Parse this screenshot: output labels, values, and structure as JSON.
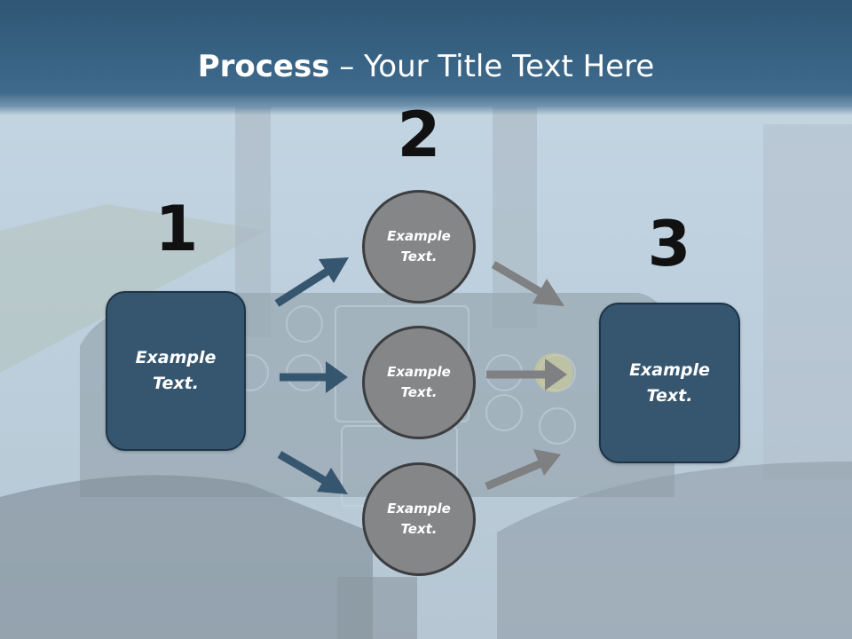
{
  "slide": {
    "title_bold": "Process",
    "title_rest": " – Your Title Text Here"
  },
  "colors": {
    "title_bar": "#3e6a8c",
    "box_fill": "#36566f",
    "circle_fill": "#848688",
    "arrow_blue": "#36566f",
    "arrow_gray": "#7e8082"
  },
  "steps": {
    "one": {
      "number": "1",
      "line1": "Example",
      "line2": "Text."
    },
    "two": {
      "number": "2"
    },
    "three": {
      "number": "3",
      "line1": "Example",
      "line2": "Text."
    }
  },
  "circles": [
    {
      "line1": "Example",
      "line2": "Text."
    },
    {
      "line1": "Example",
      "line2": "Text."
    },
    {
      "line1": "Example",
      "line2": "Text."
    }
  ]
}
